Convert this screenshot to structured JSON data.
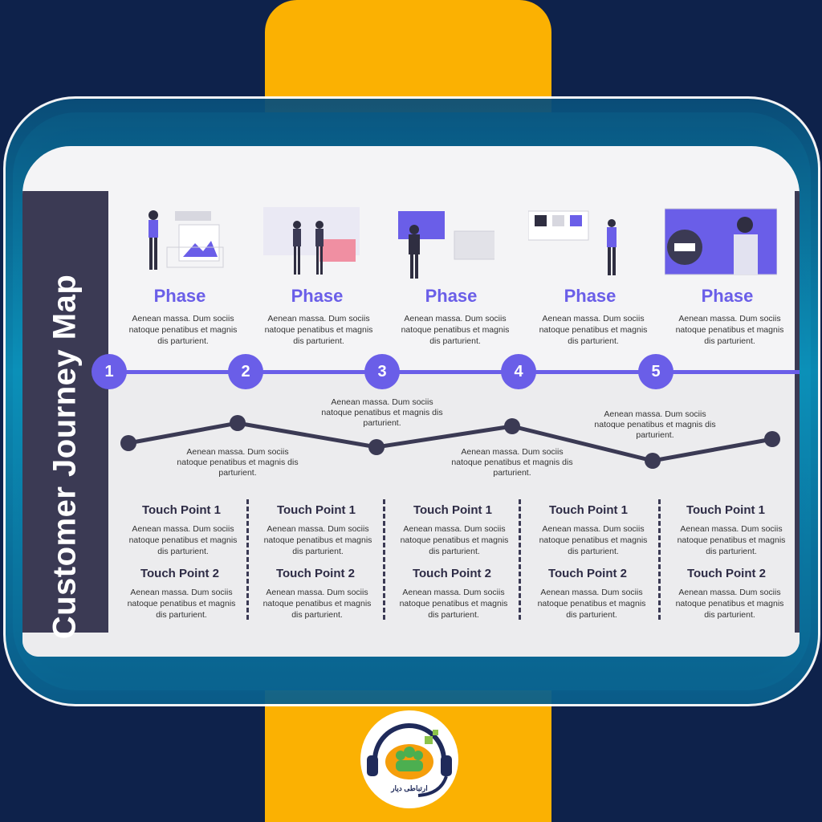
{
  "title": "Customer Journey Map",
  "phases": [
    {
      "number": "1",
      "title": "Phase",
      "desc": "Aenean massa. Dum sociis natoque penatibus et magnis dis parturient."
    },
    {
      "number": "2",
      "title": "Phase",
      "desc": "Aenean massa. Dum sociis natoque penatibus et magnis dis parturient."
    },
    {
      "number": "3",
      "title": "Phase",
      "desc": "Aenean massa. Dum sociis natoque penatibus et magnis dis parturient."
    },
    {
      "number": "4",
      "title": "Phase",
      "desc": "Aenean massa. Dum sociis natoque penatibus et magnis dis parturient."
    },
    {
      "number": "5",
      "title": "Phase",
      "desc": "Aenean massa. Dum sociis natoque penatibus et magnis dis parturient."
    }
  ],
  "curve_notes": [
    "Aenean massa. Dum sociis natoque penatibus et magnis dis parturient.",
    "Aenean massa. Dum sociis natoque penatibus et magnis dis parturient.",
    "Aenean massa. Dum sociis natoque penatibus et magnis dis parturient.",
    "Aenean massa. Dum sociis natoque penatibus et magnis dis parturient."
  ],
  "touch_points": [
    {
      "tp1": "Touch Point 1",
      "tp1_desc": "Aenean massa. Dum sociis natoque penatibus et magnis dis parturient.",
      "tp2": "Touch Point 2",
      "tp2_desc": "Aenean massa. Dum sociis natoque penatibus et magnis dis parturient."
    },
    {
      "tp1": "Touch Point 1",
      "tp1_desc": "Aenean massa. Dum sociis natoque penatibus et magnis dis parturient.",
      "tp2": "Touch Point 2",
      "tp2_desc": "Aenean massa. Dum sociis natoque penatibus et magnis dis parturient."
    },
    {
      "tp1": "Touch Point 1",
      "tp1_desc": "Aenean massa. Dum sociis natoque penatibus et magnis dis parturient.",
      "tp2": "Touch Point 2",
      "tp2_desc": "Aenean massa. Dum sociis natoque penatibus et magnis dis parturient."
    },
    {
      "tp1": "Touch Point 1",
      "tp1_desc": "Aenean massa. Dum sociis natoque penatibus et magnis dis parturient.",
      "tp2": "Touch Point 2",
      "tp2_desc": "Aenean massa. Dum sociis natoque penatibus et magnis dis parturient."
    },
    {
      "tp1": "Touch Point 1",
      "tp1_desc": "Aenean massa. Dum sociis natoque penatibus et magnis dis parturient.",
      "tp2": "Touch Point 2",
      "tp2_desc": "Aenean massa. Dum sociis natoque penatibus et magnis dis parturient."
    }
  ],
  "logo": {
    "text": "ارتباطی دیار",
    "icon": "headset-people-icon"
  },
  "colors": {
    "accent": "#6a5ee8",
    "dark": "#3b3a54",
    "band": "#fbb102",
    "background": "#0e224b"
  }
}
